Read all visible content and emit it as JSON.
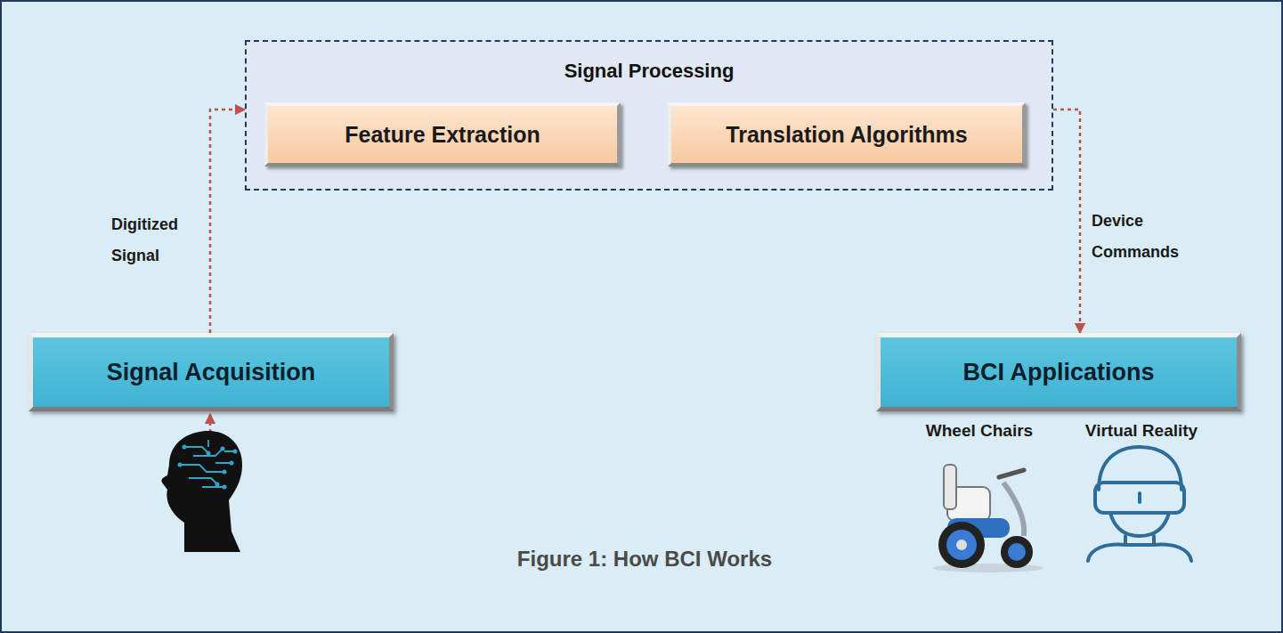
{
  "diagram": {
    "caption": "Figure 1: How BCI Works",
    "nodes": [
      {
        "text": [
          "Signal Processing"
        ]
      },
      {
        "text": [
          "Feature Extraction"
        ],
        "in": 0
      },
      {
        "text": [
          "Translation Algorithms"
        ],
        "in": 0
      },
      {
        "text": [
          "Signal Acquisition"
        ]
      },
      {
        "text": [
          "BCI Applications"
        ]
      }
    ],
    "edges": [
      {
        "from": 3,
        "to": 0,
        "label": "Digitized Signal",
        "arrow": "to"
      },
      {
        "from": 0,
        "to": 4,
        "label": "Device Commands",
        "arrow": "to"
      }
    ],
    "labels": [
      "Wheel Chairs",
      "Virtual Reality"
    ]
  }
}
